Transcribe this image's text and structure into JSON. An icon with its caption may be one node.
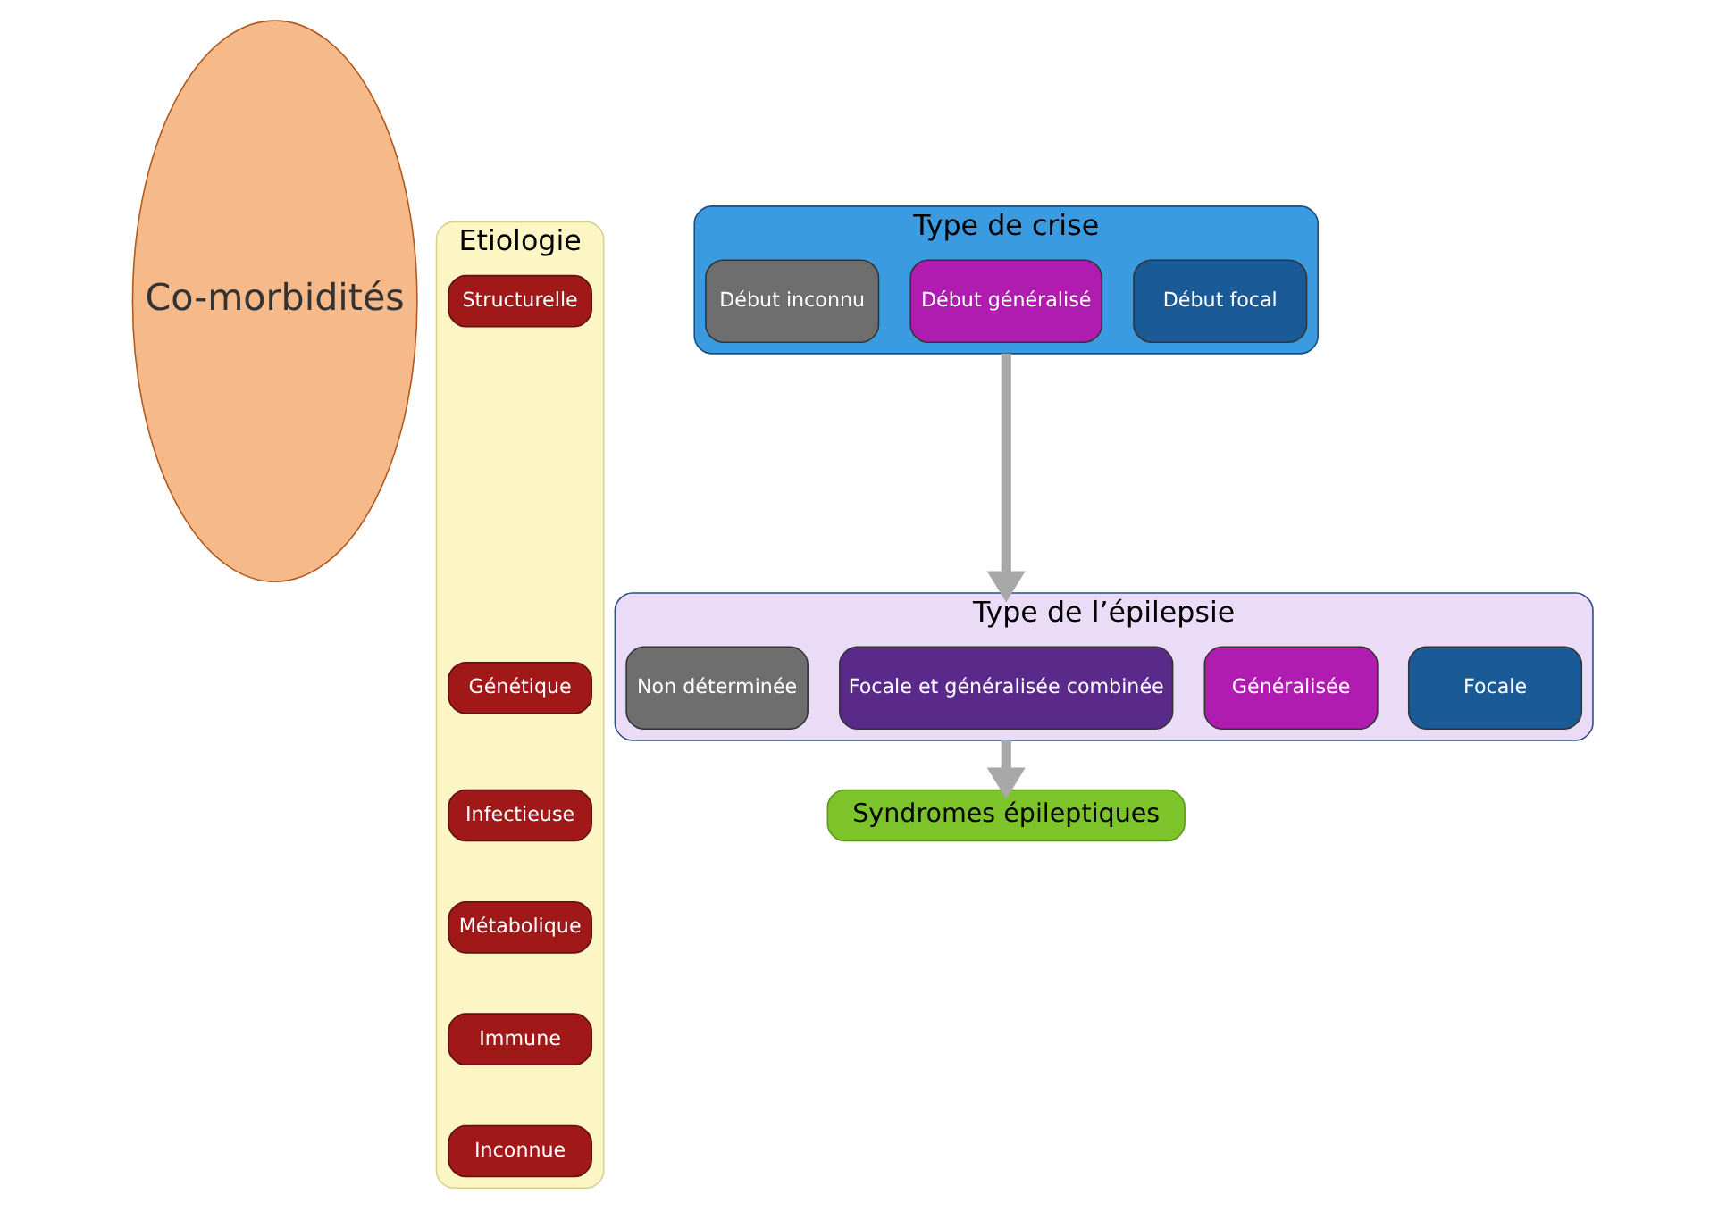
{
  "diagram": {
    "nodes": [
      {
        "text": [
          "Co-morbidités"
        ]
      },
      {
        "text": [
          "Etiologie"
        ]
      },
      {
        "text": [
          "Type de crise"
        ]
      },
      {
        "text": [
          "Début focal"
        ],
        "in": 2
      },
      {
        "text": [
          "Début généralisé"
        ],
        "in": 2
      },
      {
        "text": [
          "Début inconnu"
        ],
        "in": 2
      },
      {
        "text": [
          "Type de l’épilepsie"
        ]
      },
      {
        "text": [
          "Focale"
        ],
        "in": 6
      },
      {
        "text": [
          "Généralisée"
        ],
        "in": 6
      },
      {
        "text": [
          "Focale et généralisée combinée"
        ],
        "in": 6
      },
      {
        "text": [
          "Non déterminée"
        ],
        "in": 6
      },
      {
        "text": [
          "Syndromes épileptiques"
        ]
      },
      {
        "text": [
          "Structurelle"
        ],
        "in": 1
      },
      {
        "text": [
          "Génétique"
        ],
        "in": 1
      },
      {
        "text": [
          "Infectieuse"
        ],
        "in": 1
      },
      {
        "text": [
          "Métabolique"
        ],
        "in": 1
      },
      {
        "text": [
          "Immune"
        ],
        "in": 1
      },
      {
        "text": [
          "Inconnue"
        ],
        "in": 1
      }
    ],
    "edges": [
      {
        "from": 2,
        "to": 6,
        "arrow": "to"
      },
      {
        "from": 6,
        "to": 11,
        "arrow": "to"
      }
    ]
  }
}
